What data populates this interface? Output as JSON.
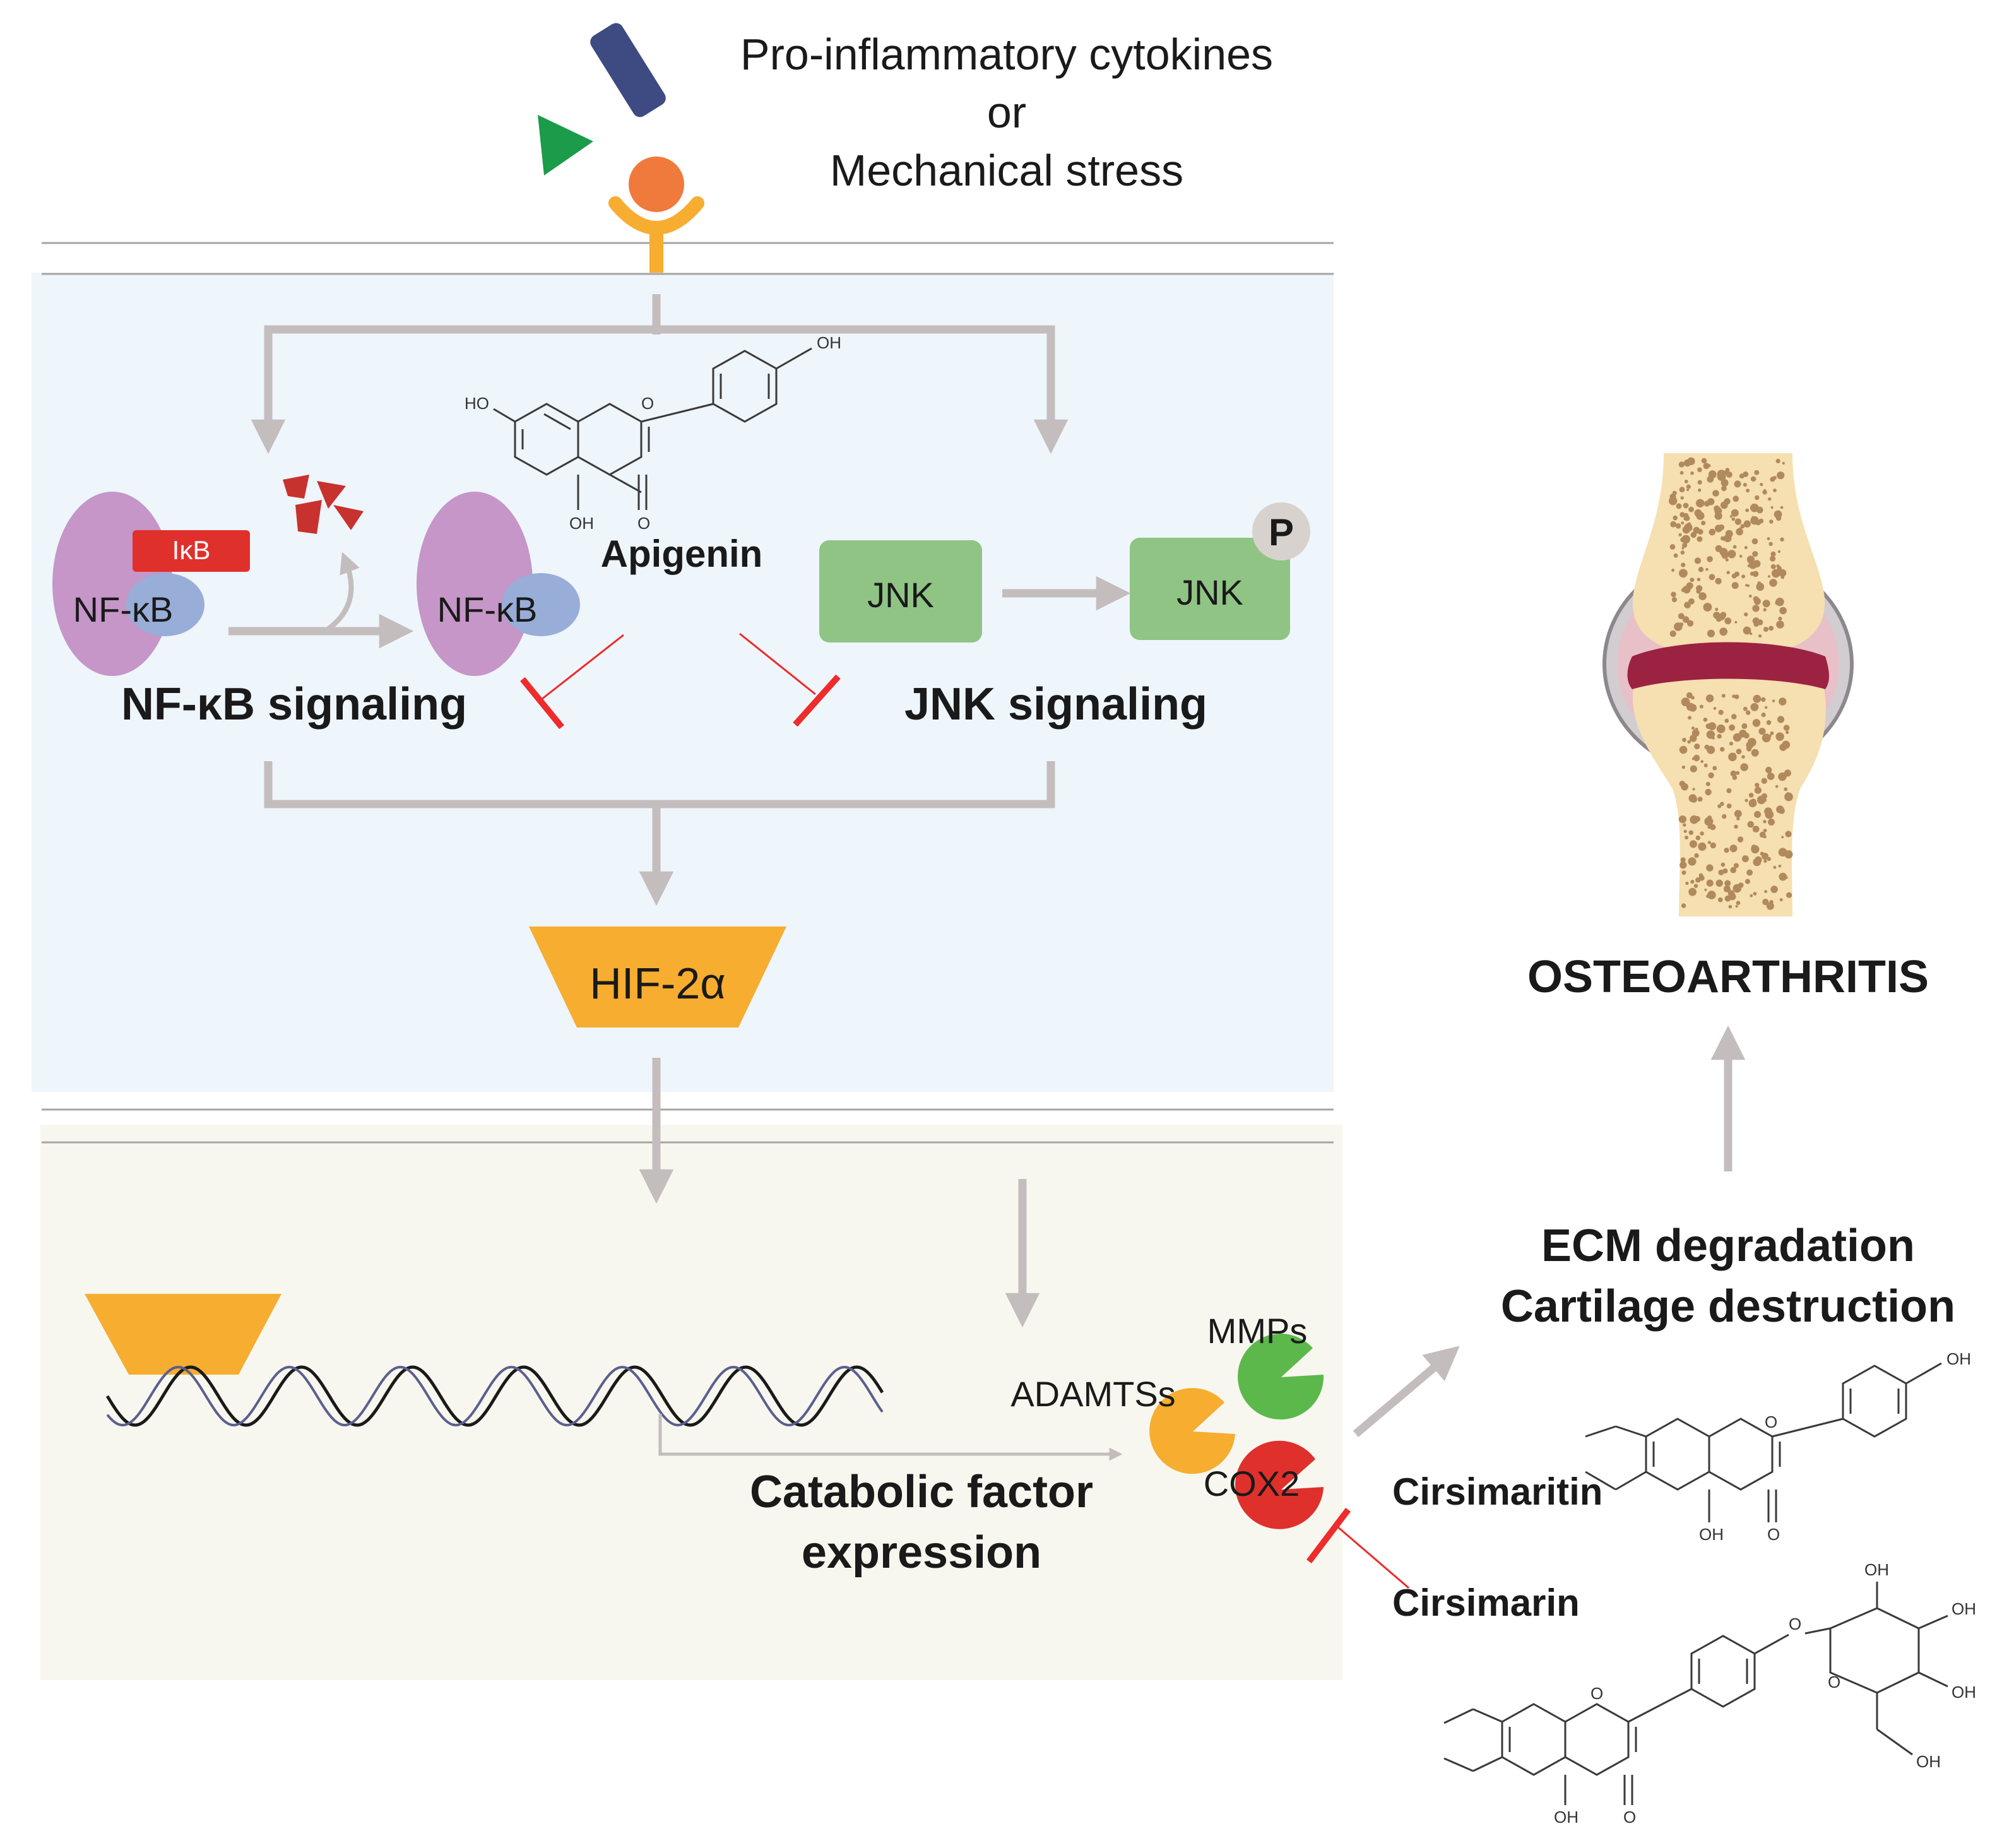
{
  "stimulus": {
    "line1": "Pro-inflammatory cytokines",
    "line2": "or",
    "line3": "Mechanical stress"
  },
  "nfkb": {
    "ikb_label": "IκB",
    "complex_label": "NF-κB",
    "free_label": "NF-κB",
    "pathway_label": "NF-κB signaling"
  },
  "apigenin": {
    "name": "Apigenin",
    "oh_top": "OH",
    "ho_left": "HO",
    "oh_bottom": "OH",
    "o_ring": "O",
    "o_carbonyl": "O"
  },
  "jnk": {
    "unphos_label": "JNK",
    "phos_label": "JNK",
    "phospho_badge": "P",
    "pathway_label": "JNK signaling"
  },
  "hif": {
    "label": "HIF-2α"
  },
  "nucleus": {
    "catabolic_line1": "Catabolic factor",
    "catabolic_line2": "expression",
    "mmps": "MMPs",
    "adamts": "ADAMTSs",
    "cox2": "COX2"
  },
  "outcome": {
    "ecm_line1": "ECM degradation",
    "ecm_line2": "Cartilage destruction",
    "oa": "OSTEOARTHRITIS"
  },
  "cirsimaritin": {
    "name": "Cirsimaritin",
    "oh_top": "OH",
    "o_ring": "O",
    "oh_bottom": "OH",
    "o_carbonyl": "O"
  },
  "cirsimarin": {
    "name": "Cirsimarin",
    "oh_s1": "OH",
    "oh_s2": "OH",
    "oh_s3": "OH",
    "oh_s4": "OH",
    "oh_bottom": "OH",
    "o_carbonyl": "O",
    "o_ring": "O",
    "o_link": "O",
    "o_sugar": "O"
  },
  "colors": {
    "cytoplasm_bg": "#eef5fb",
    "nucleus_bg": "#f7f7ef",
    "hif_orange": "#f7ad30",
    "jnk_green": "#8fc485",
    "nfkb_purple": "#c596c7",
    "nfkb_blue": "#98add8",
    "ikb_red": "#e0302c",
    "arrow_gray": "#c4bdbd",
    "inhibit_red": "#ef2b2b"
  },
  "icons": {
    "cytokine_rod": "blue-rod-ligand",
    "cytokine_triangle": "green-triangle-ligand",
    "receptor": "orange-receptor",
    "degraded_ikb": "broken-ikb-fragments",
    "joint": "knee-joint-illustration",
    "dna": "double-helix"
  }
}
